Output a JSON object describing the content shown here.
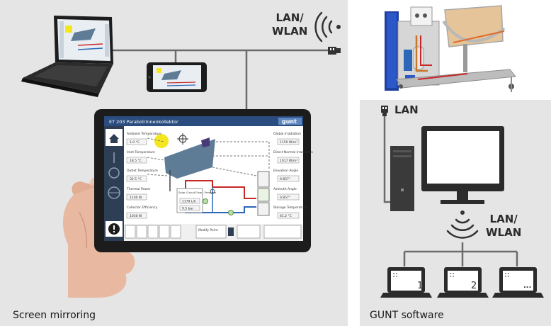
{
  "left_panel": {
    "caption": "Screen mirroring",
    "network_label_line1": "LAN/",
    "network_label_line2": "WLAN"
  },
  "right_panel": {
    "caption": "GUNT software",
    "lan_label": "LAN",
    "network_label_line1": "LAN/",
    "network_label_line2": "WLAN",
    "clients": [
      "1",
      "2",
      "..."
    ]
  },
  "tablet_screen": {
    "title": "ET 203 Parabolrinnenkollektor",
    "logo": "gunt",
    "left_values": [
      {
        "label": "Ambient Temperature",
        "value": "1.0 °C"
      },
      {
        "label": "Inlet Temperature",
        "value": "18.5 °C"
      },
      {
        "label": "Outlet Temperature",
        "value": "32.5 °C"
      },
      {
        "label": "Thermal Power",
        "value": "1100 W"
      },
      {
        "label": "Collector Efficiency",
        "value": "1030 W"
      }
    ],
    "right_values": [
      {
        "label": "Global Irradiation",
        "value": "1150 W/m²"
      },
      {
        "label": "Direct Normal Irradiation",
        "value": "1017 W/m²"
      },
      {
        "label": "Elevation Angle",
        "value": "0.857°"
      },
      {
        "label": "Azimuth Angle",
        "value": "0.857°"
      },
      {
        "label": "Storage Temperature",
        "value": "61.2 °C"
      }
    ],
    "flow_box": {
      "label": "Solar Circuit Flow - Pressure",
      "flow": "1179 L/h",
      "pressure": "9.5 bar"
    },
    "footer_label": "Modify Point"
  },
  "colors": {
    "panel": "#e5e5e6",
    "line": "#6b6b6b",
    "sun": "#f6e61d",
    "collector": "#5f7c97",
    "pipe_hot": "#c62828",
    "pipe_cold": "#2c67b8",
    "tablet_frame": "#1c1c1c",
    "hmi_header": "#2b4c7e"
  }
}
